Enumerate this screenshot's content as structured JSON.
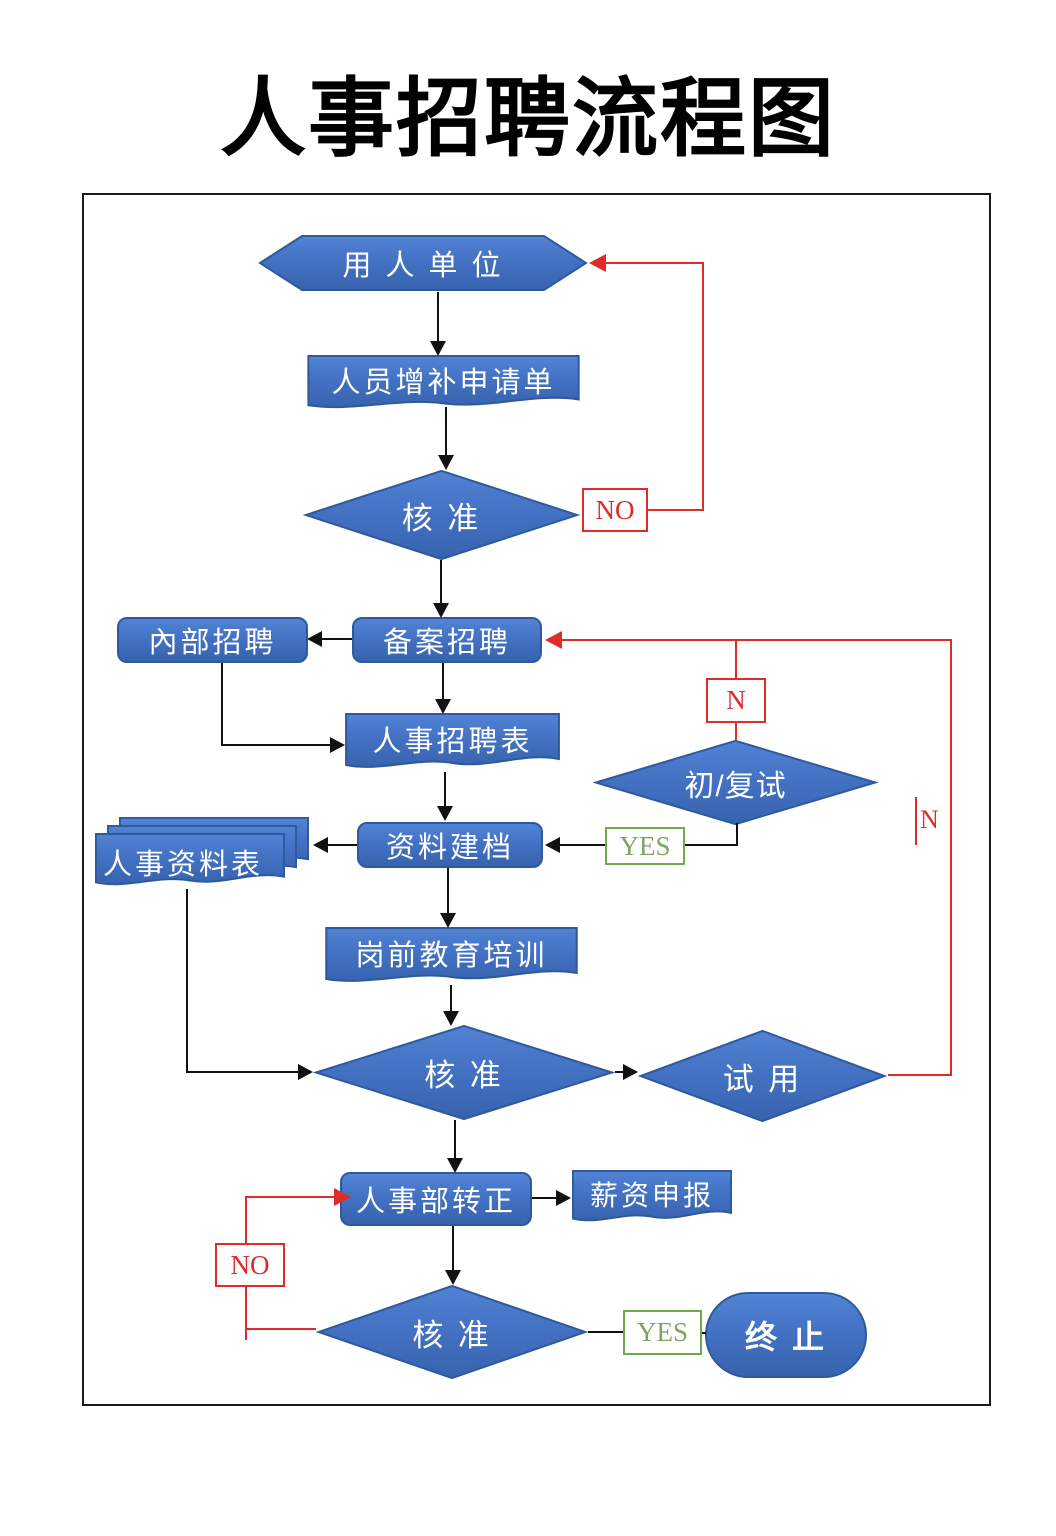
{
  "title": "人事招聘流程图",
  "colors": {
    "node_fill": "#4472C4",
    "node_border": "#2E5A9D",
    "reject_red": "#E02B2B",
    "accept_green": "#70A850"
  },
  "flowchart": {
    "nodes": {
      "employer": {
        "label": "用 人 单 位",
        "shape": "hexagon"
      },
      "staff_request_form": {
        "label": "人员增补申请单",
        "shape": "document"
      },
      "approval_1": {
        "label": "核  准",
        "shape": "decision"
      },
      "internal_recruitment": {
        "label": "內部招聘",
        "shape": "process"
      },
      "registered_recruitment": {
        "label": "备案招聘",
        "shape": "process"
      },
      "recruitment_form": {
        "label": "人事招聘表",
        "shape": "document"
      },
      "interview": {
        "label": "初/复试",
        "shape": "decision"
      },
      "archive_filing": {
        "label": "资料建档",
        "shape": "process"
      },
      "hr_data_form": {
        "label": "人事资料表",
        "shape": "multi-document"
      },
      "pre_job_training": {
        "label": "岗前教育培训",
        "shape": "document"
      },
      "approval_2": {
        "label": "核  准",
        "shape": "decision"
      },
      "probation": {
        "label": "试  用",
        "shape": "decision"
      },
      "hr_confirmation": {
        "label": "人事部转正",
        "shape": "process"
      },
      "salary_declaration": {
        "label": "薪资申报",
        "shape": "document"
      },
      "approval_3": {
        "label": "核  准",
        "shape": "decision"
      },
      "termination": {
        "label": "终  止",
        "shape": "terminator"
      }
    },
    "edge_labels": {
      "no_1": "NO",
      "n_1": "N",
      "yes_1": "YES",
      "n_2": "N",
      "no_2": "NO",
      "yes_2": "YES"
    }
  }
}
